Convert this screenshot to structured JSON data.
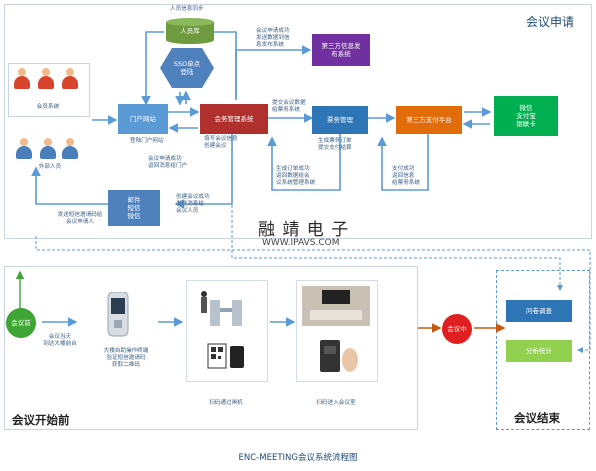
{
  "regions": {
    "meeting_apply": "会议申请",
    "meeting_start": "会议开始前",
    "meeting_end": "会议结束"
  },
  "footer_title": "ENC-MEETING会议系统流程图",
  "watermark": {
    "brand": "融 靖 电 子",
    "url": "WWW.IPAVS.COM"
  },
  "nodes": {
    "member_system": "会员系统",
    "external_person": "外部人员",
    "portal": "门户网站",
    "hr_sync": "人员信息同步",
    "hr_db": "人员库",
    "sso": "SSO单点\n登陆",
    "meeting_mgmt": "会务管理系统",
    "third_party_publish": "第三方信息发\n布系统",
    "ticket_mgmt": "票务管理",
    "third_party_pay": "第三方支付平台",
    "pay_methods": "微信\n支付宝\n银联卡",
    "notify": "邮件\n短信\n微信",
    "meeting_before": "会议前",
    "meeting_during": "会议中",
    "survey": "问卷调查",
    "analytics": "分析统计"
  },
  "labels": {
    "login_portal": "登陆门户网站",
    "success_return": "会议申请成功\n返回消息给门户",
    "fill_info": "填写会议信息\n创建会议",
    "publish_note": "会议申请成功\n发送数据到信\n息发布系统",
    "submit_ticket": "提交会议数据\n给票务系统",
    "gen_ticket_order": "生成票务订单\n提交支付结算",
    "gen_order_success": "生成订单成功\n返回数据给会\n议系统管理系统",
    "pay_success": "支付成功\n返回信息\n给票务系统",
    "create_success": "创建会议成功\n发送消息给\n会议人员",
    "send_sms": "发送短信邀请码给\n会议申请人",
    "arrive_front": "会议当天\n到达大楼前台",
    "kiosk": "大楼自助操作终端\n验证短信邀请码\n获取二维码",
    "scan_gate": "扫码通过闸机",
    "scan_room": "扫码进入会议室"
  },
  "colors": {
    "portal_blue": "#5b9bd5",
    "meeting_mgmt_red": "#b0302d",
    "purple": "#7030a0",
    "ticket_blue": "#2e75b6",
    "orange_pay": "#e36c0a",
    "green_pay": "#00b050",
    "notify_blue": "#4f81bd",
    "hr_green": "#6f9a3f",
    "sso_blue": "#4f81bd",
    "start_green": "#3fa535",
    "during_red": "#e02020",
    "survey_blue": "#2e75b6",
    "analytics_green": "#92d050",
    "arrow": "#5b9bd5",
    "orange_arrow": "#c55a11"
  },
  "icons": [
    "user-group-icon",
    "user-icon",
    "kiosk-icon",
    "gate-icon",
    "qr-phone-icon",
    "meeting-room-icon",
    "card-reader-icon"
  ]
}
